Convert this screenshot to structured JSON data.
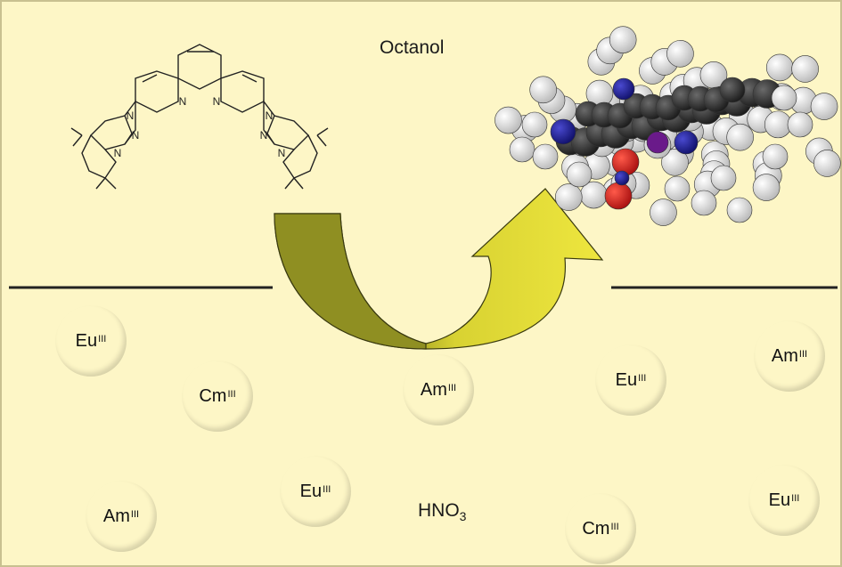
{
  "phases": {
    "organic_label": "Octanol",
    "aqueous_label_main": "HNO",
    "aqueous_label_sub": "3"
  },
  "ions": [
    {
      "element": "Eu",
      "charge": "III",
      "kind": "eu"
    },
    {
      "element": "Cm",
      "charge": "III",
      "kind": "cm"
    },
    {
      "element": "Am",
      "charge": "III",
      "kind": "am"
    },
    {
      "element": "Eu",
      "charge": "III",
      "kind": "eu"
    },
    {
      "element": "Am",
      "charge": "III",
      "kind": "am"
    },
    {
      "element": "Am",
      "charge": "III",
      "kind": "am"
    },
    {
      "element": "Eu",
      "charge": "III",
      "kind": "eu"
    },
    {
      "element": "Cm",
      "charge": "III",
      "kind": "cm"
    },
    {
      "element": "Eu",
      "charge": "III",
      "kind": "eu"
    }
  ],
  "molecule_atoms": {
    "nitrogen": [
      "N",
      "N",
      "N",
      "N",
      "N",
      "N",
      "N",
      "N"
    ]
  },
  "colors": {
    "background": "#fdf6c6",
    "interface_line": "#222222",
    "arrow_dark": "#8f8f22",
    "arrow_light": "#e8e23a",
    "eu": "#3aa6bb",
    "cm": "#d8352a",
    "am": "#7a2a84"
  }
}
